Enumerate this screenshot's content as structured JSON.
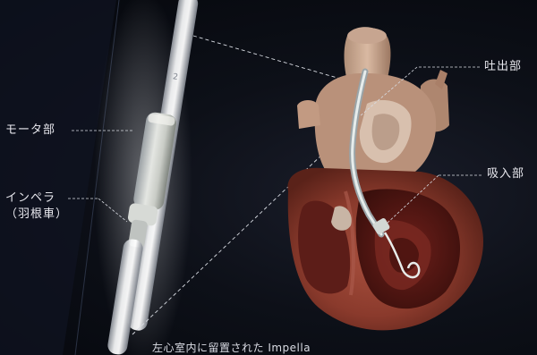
{
  "labels": {
    "motor": "モータ部",
    "impeller_line1": "インペラ",
    "impeller_line2": "（羽根車）",
    "outlet": "吐出部",
    "inlet": "吸入部"
  },
  "caption": "左心室内に留置された Impella"
}
